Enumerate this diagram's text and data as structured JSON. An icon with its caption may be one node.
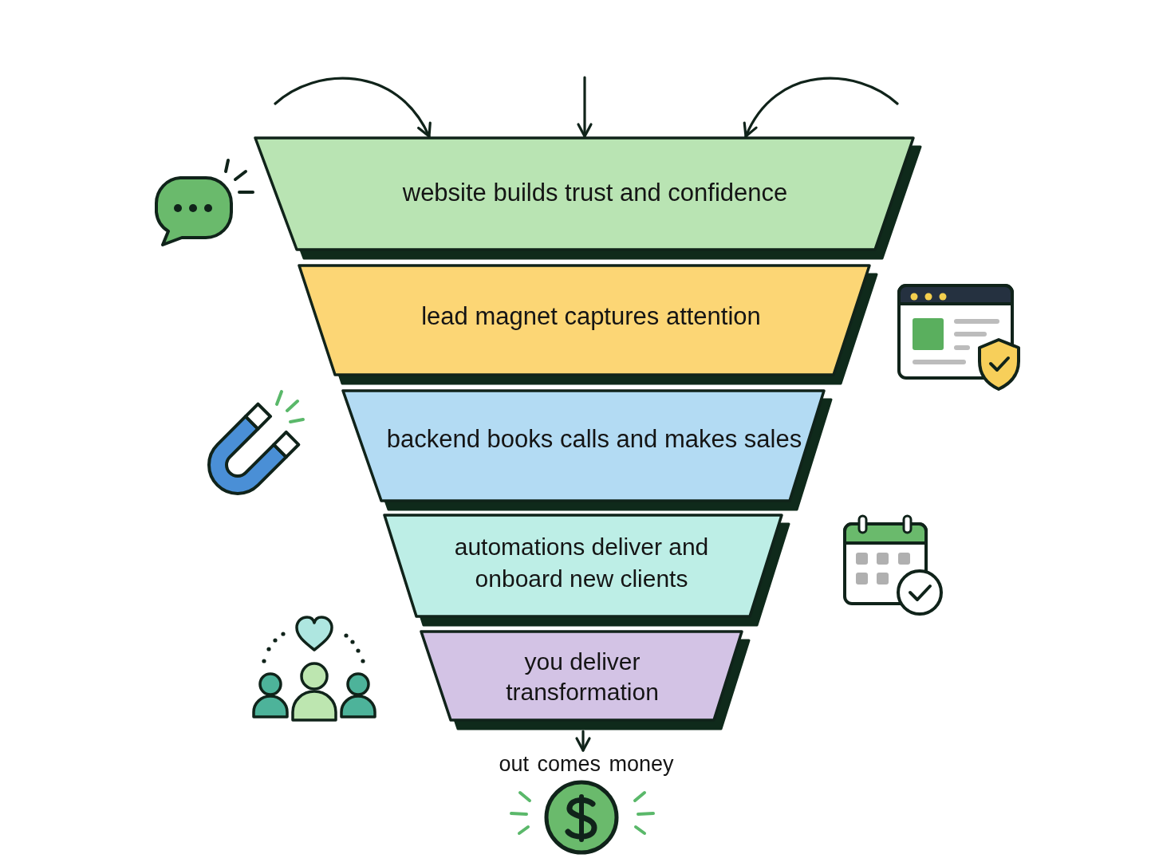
{
  "diagram": {
    "nodes": [
      {
        "text": [
          "website builds trust and confidence"
        ]
      },
      {
        "text": [
          "lead magnet captures attention"
        ]
      },
      {
        "text": [
          "backend books calls and makes sales"
        ]
      },
      {
        "text": [
          "automations deliver and onboard new clients"
        ]
      },
      {
        "text": [
          "you deliver transformation"
        ]
      },
      {
        "text": [
          "out comes money"
        ]
      }
    ],
    "edges": [
      {
        "from": null,
        "to": 0,
        "arrow": "to"
      },
      {
        "from": null,
        "to": 0,
        "arrow": "to"
      },
      {
        "from": null,
        "to": 0,
        "arrow": "to"
      },
      {
        "from": 4,
        "to": 5,
        "arrow": "to"
      }
    ]
  }
}
